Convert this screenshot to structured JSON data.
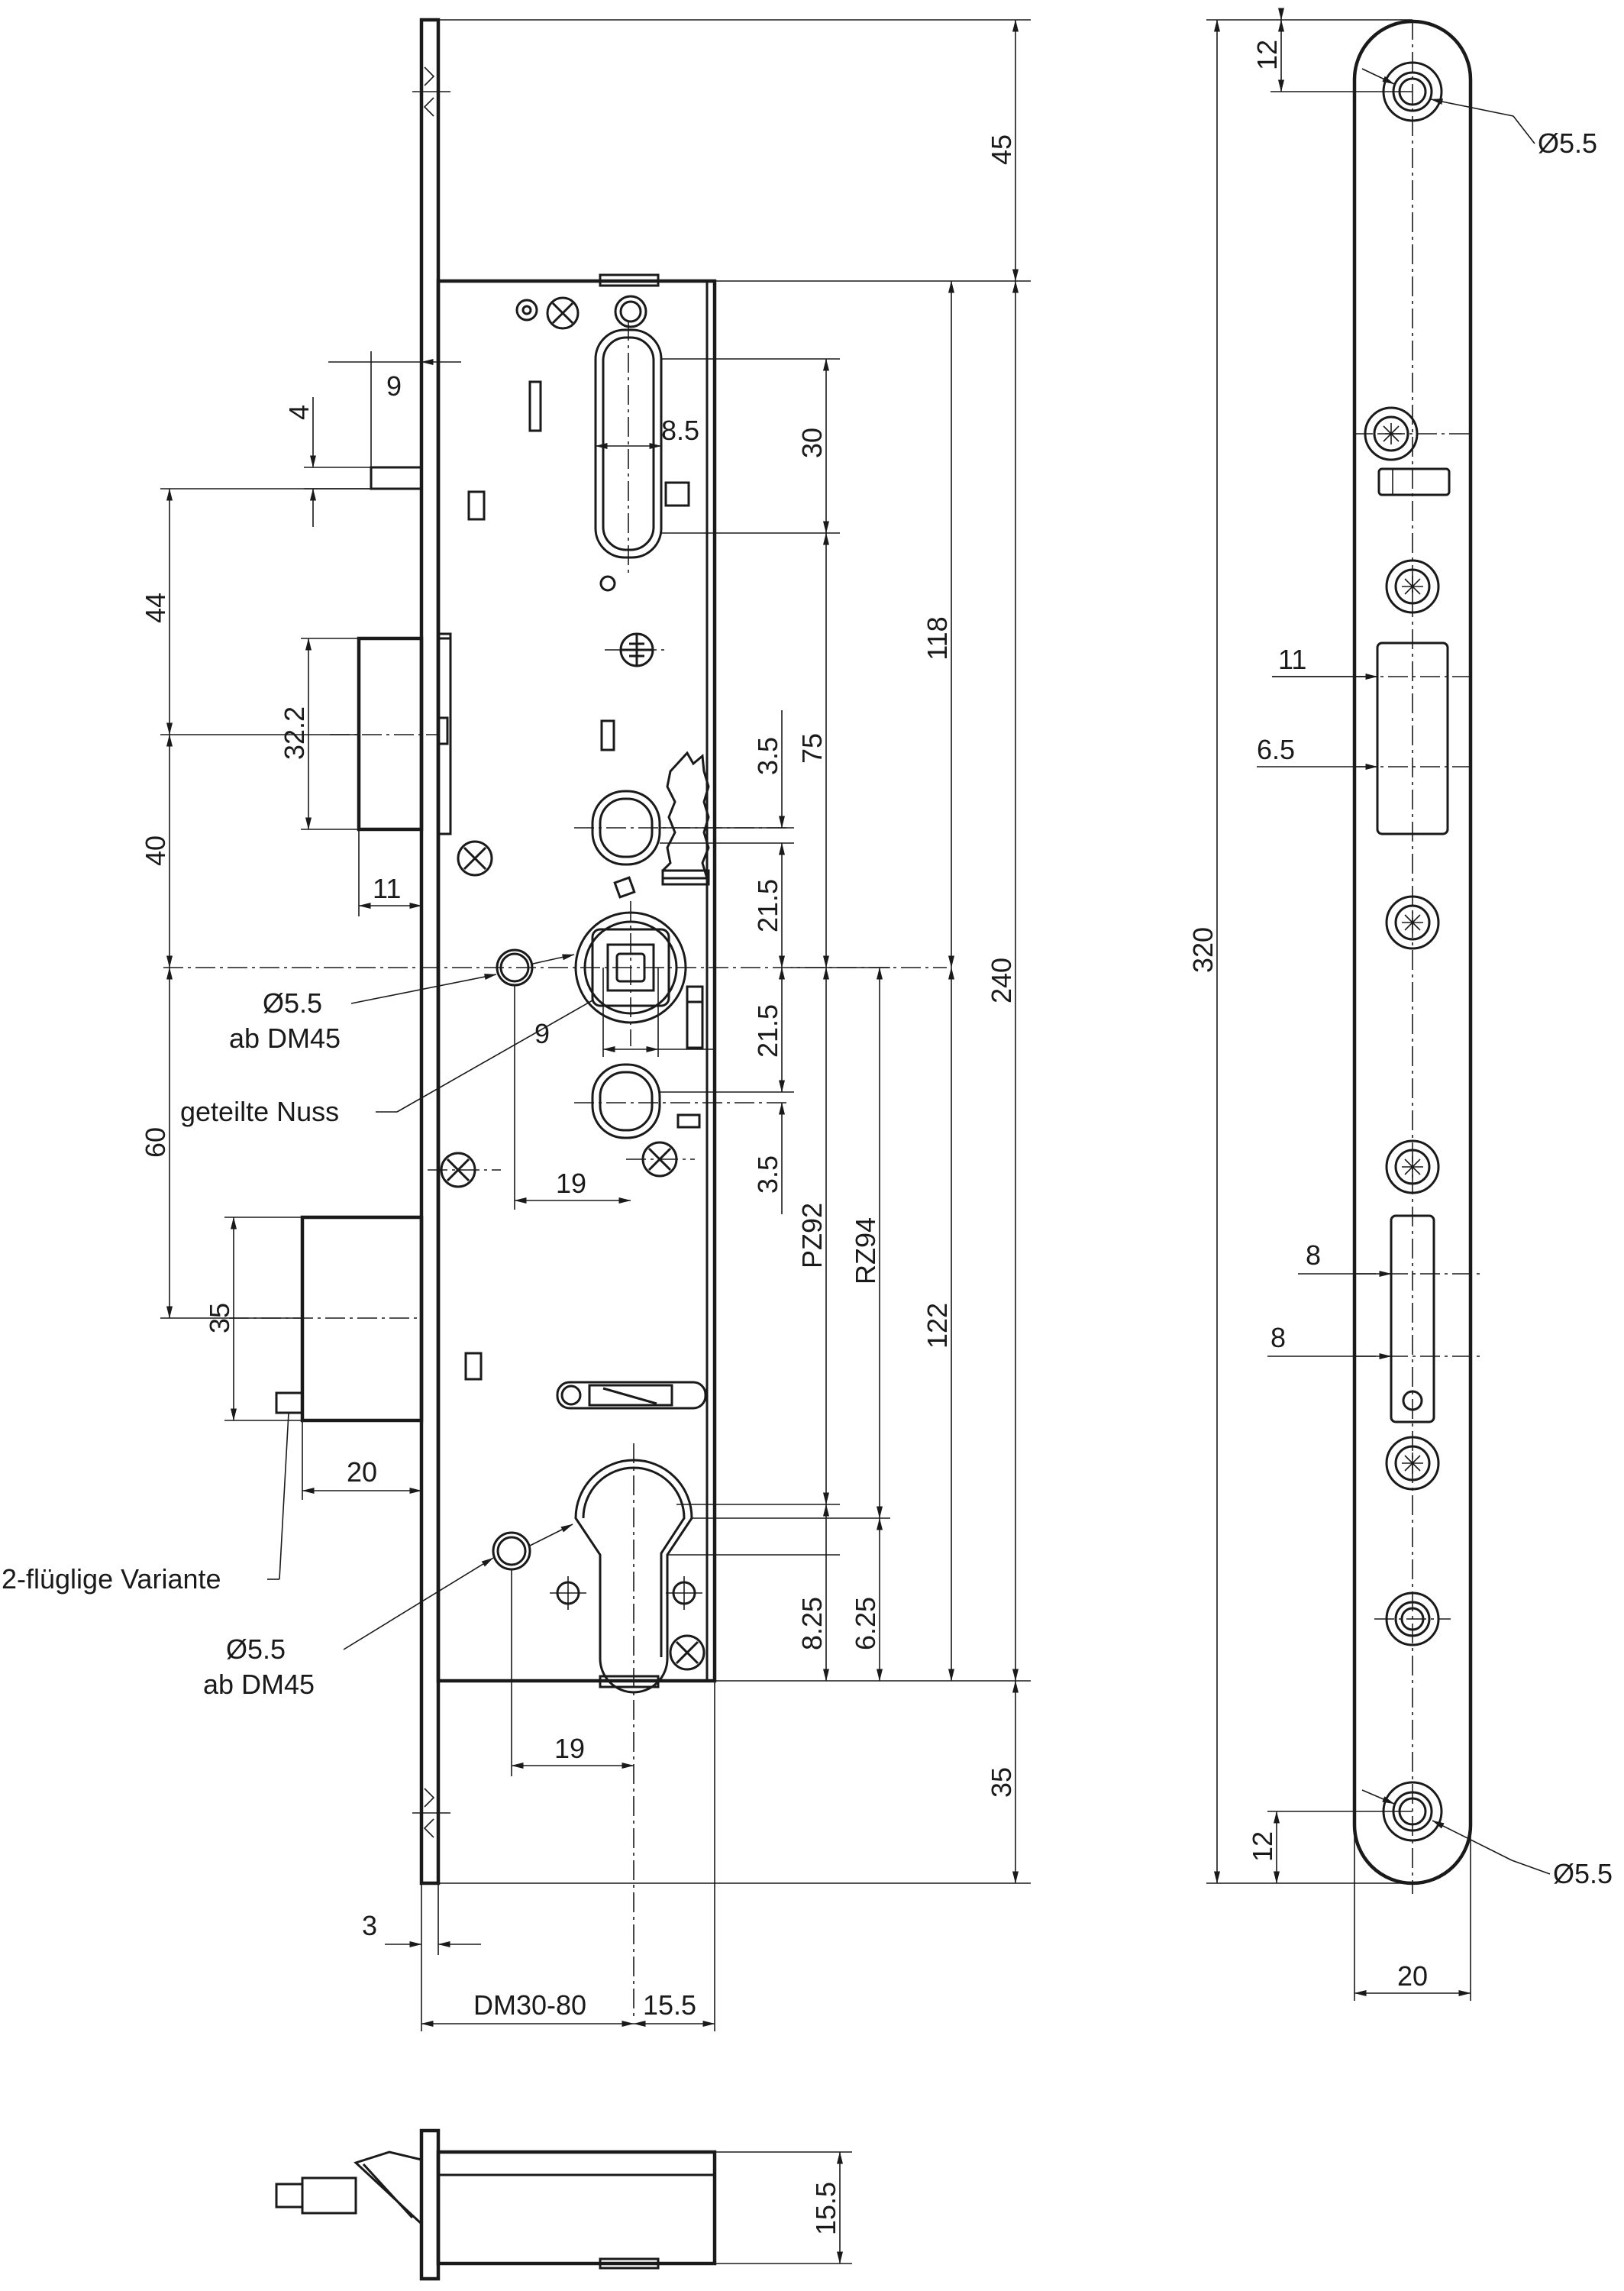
{
  "dimensions": {
    "front_top": "45",
    "stulp_9": "9",
    "stulp_4": "4",
    "upper_latch_30": "30",
    "upper_latch_85": "8.5",
    "d44": "44",
    "latch_322": "32.2",
    "d40": "40",
    "latch_11": "11",
    "total_118": "118",
    "d75": "75",
    "d35a": "3.5",
    "d215a": "21.5",
    "d215b": "21.5",
    "d35b": "3.5",
    "d9": "9",
    "d60": "60",
    "d19a": "19",
    "pz92": "PZ92",
    "rz94": "RZ94",
    "total_240": "240",
    "d35_bolt": "35",
    "d122": "122",
    "d20": "20",
    "d825": "8.25",
    "d625": "6.25",
    "d19b": "19",
    "front_bottom": "35",
    "d3": "3",
    "dm": "DM30-80",
    "d155": "15.5",
    "bottom_155": "15.5",
    "side_12_top": "12",
    "side_d55_top": "Ø5.5",
    "side_11": "11",
    "side_65": "6.5",
    "side_320": "320",
    "side_8a": "8",
    "side_8b": "8",
    "side_12_bottom": "12",
    "side_d55_bottom": "Ø5.5",
    "side_20": "20"
  },
  "callouts": {
    "hole_upper_line1": "Ø5.5",
    "hole_upper_line2": "ab DM45",
    "nut": "geteilte Nuss",
    "variant": "2-flüglige Variante",
    "hole_lower_line1": "Ø5.5",
    "hole_lower_line2": "ab DM45"
  }
}
